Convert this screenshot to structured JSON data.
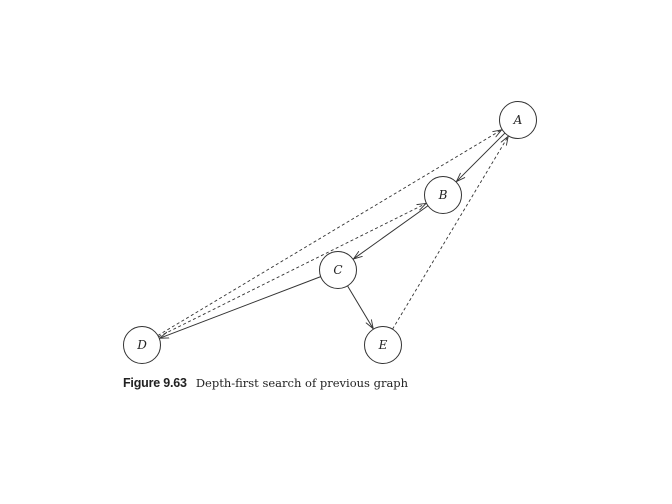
{
  "figure": {
    "caption_label": "Figure 9.63",
    "caption_text": "Depth-first search of previous graph"
  },
  "graph": {
    "nodes": [
      {
        "id": "A",
        "label": "A"
      },
      {
        "id": "B",
        "label": "B"
      },
      {
        "id": "C",
        "label": "C"
      },
      {
        "id": "D",
        "label": "D"
      },
      {
        "id": "E",
        "label": "E"
      }
    ],
    "tree_edges": [
      {
        "from": "A",
        "to": "B"
      },
      {
        "from": "B",
        "to": "C"
      },
      {
        "from": "C",
        "to": "D"
      },
      {
        "from": "C",
        "to": "E"
      }
    ],
    "back_edges": [
      {
        "from": "D",
        "to": "A"
      },
      {
        "from": "D",
        "to": "B"
      },
      {
        "from": "E",
        "to": "A"
      }
    ],
    "colors": {
      "stroke": "#333333",
      "node_fill": "#ffffff"
    }
  }
}
